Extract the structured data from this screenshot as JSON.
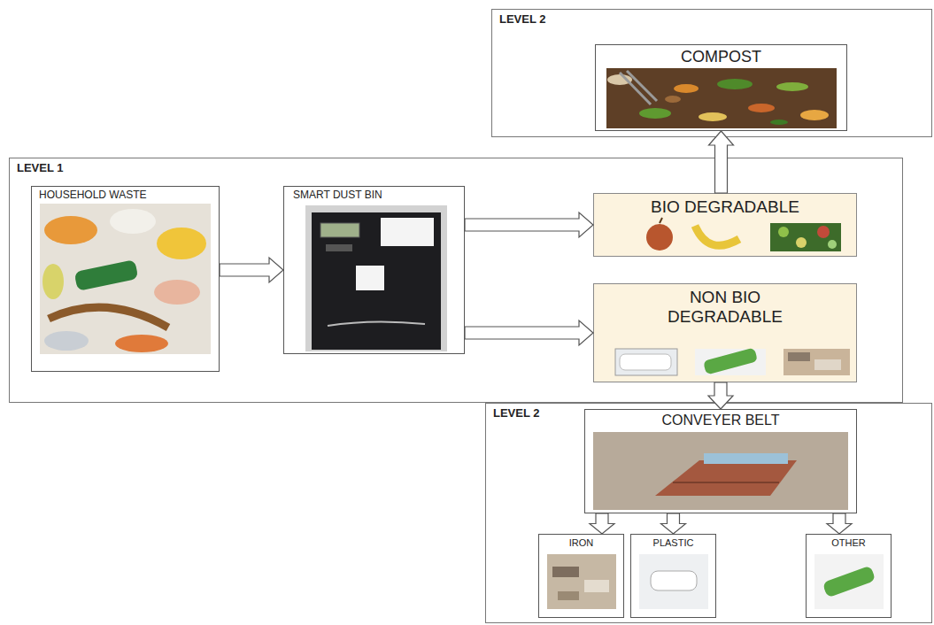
{
  "diagram": {
    "nodes": [
      {
        "text": [
          "LEVEL 2"
        ]
      },
      {
        "text": [
          "COMPOST"
        ],
        "in": 0
      },
      {
        "text": [
          "LEVEL 1"
        ]
      },
      {
        "text": [
          "HOUSEHOLD WASTE"
        ],
        "in": 2
      },
      {
        "text": [
          "SMART DUST BIN"
        ],
        "in": 2
      },
      {
        "text": [
          "BIO DEGRADABLE"
        ],
        "in": 2
      },
      {
        "text": [
          "NON BIO DEGRADABLE"
        ],
        "in": 2
      },
      {
        "text": [
          "LEVEL 2"
        ]
      },
      {
        "text": [
          "CONVEYER BELT"
        ],
        "in": 7
      },
      {
        "text": [
          "IRON"
        ],
        "in": 7
      },
      {
        "text": [
          "PLASTIC"
        ],
        "in": 7
      },
      {
        "text": [
          "OTHER"
        ],
        "in": 7
      }
    ],
    "edges": [
      {
        "from": 3,
        "to": 4,
        "arrow": "to"
      },
      {
        "from": 4,
        "to": 5,
        "arrow": "to"
      },
      {
        "from": 4,
        "to": 6,
        "arrow": "to"
      },
      {
        "from": 5,
        "to": 1,
        "arrow": "to"
      },
      {
        "from": 6,
        "to": 8,
        "arrow": "to"
      },
      {
        "from": 8,
        "to": 9,
        "arrow": "to"
      },
      {
        "from": 8,
        "to": 10,
        "arrow": "to"
      },
      {
        "from": 8,
        "to": 11,
        "arrow": "to"
      }
    ]
  }
}
